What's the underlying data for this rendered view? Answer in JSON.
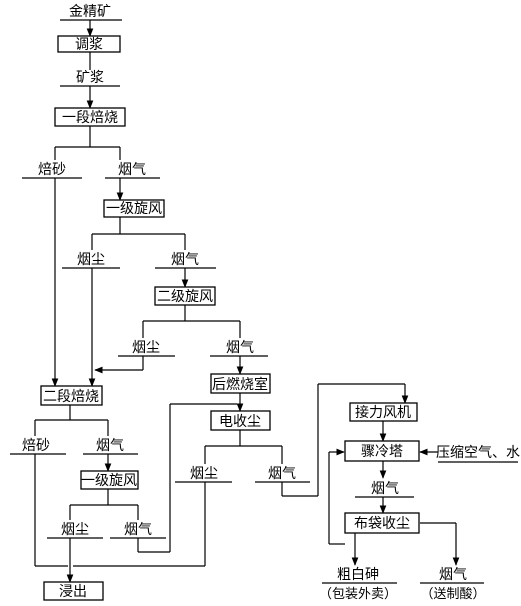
{
  "nodes": {
    "concentrate": "金精矿",
    "slurrying": "调浆",
    "slurry": "矿浆",
    "roast1": "一段焙烧",
    "calcine1": "焙砂",
    "gas1": "烟气",
    "cyclone1": "一级旋风",
    "dust1": "烟尘",
    "gas2": "烟气",
    "cyclone2": "二级旋风",
    "dust2": "烟尘",
    "gas3": "烟气",
    "afterburner": "后燃烧室",
    "roast2": "二段焙烧",
    "calcine2": "焙砂",
    "gas4": "烟气",
    "esp": "电收尘",
    "cyclone3": "一级旋风",
    "dust3": "烟尘",
    "gas5": "烟气",
    "dust4": "烟尘",
    "gas6": "烟气",
    "booster_fan": "接力风机",
    "quench_tower": "骤冷塔",
    "compressed_air_water": "压缩空气、水",
    "gas7": "烟气",
    "baghouse": "布袋收尘",
    "leach": "浸出",
    "crude_arsenic": "粗白砷",
    "crude_arsenic_note": "（包装外卖）",
    "gas8": "烟气",
    "gas8_note": "（送制酸）"
  }
}
